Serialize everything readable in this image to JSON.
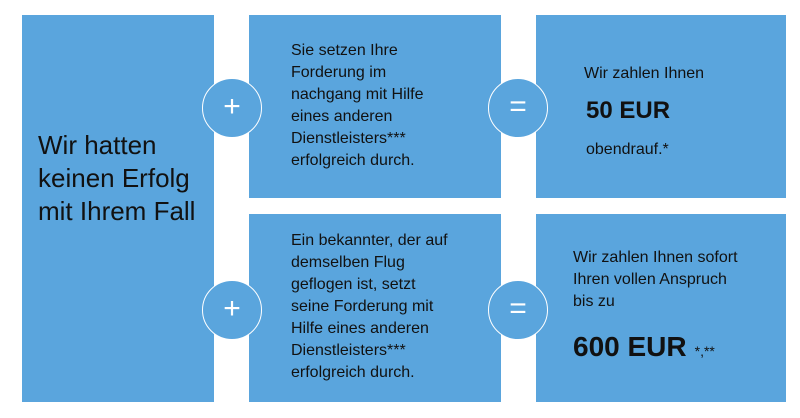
{
  "left": {
    "text": "Wir hatten keinen Erfolg mit Ihrem Fall"
  },
  "row1": {
    "mid_text": "Sie setzen Ihre\nForderung im\nnachgang mit Hilfe\neines anderen\nDienstleisters***\nerfolgreich durch.",
    "result_line1": "Wir zahlen Ihnen",
    "result_amount": "50 EUR",
    "result_line2": "obendrauf.*"
  },
  "row2": {
    "mid_text": "Ein bekannter, der auf\ndemselben Flug\ngeflogen ist, setzt\nseine Forderung mit\nHilfe eines anderen\nDienstleisters***\nerfolgreich durch.",
    "result_text": "Wir zahlen Ihnen sofort\nIhren vollen Anspruch\nbis zu",
    "result_amount": "600 EUR",
    "result_suffix": "*,**"
  },
  "operators": {
    "plus": "+",
    "equals": "="
  },
  "colors": {
    "box": "#5aa5dd",
    "operator_text": "#ffffff"
  }
}
